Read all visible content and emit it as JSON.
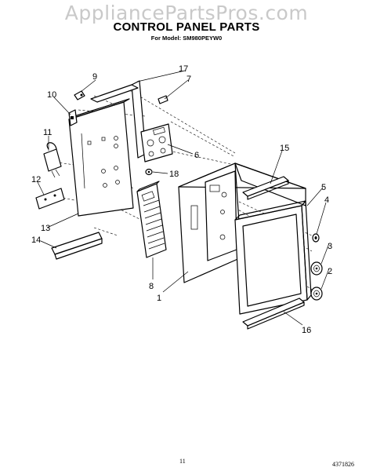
{
  "watermark": "AppliancePartsPros.com",
  "title": "CONTROL PANEL PARTS",
  "subtitle": "For Model: SM980PEYW0",
  "page_number": "11",
  "document_number": "4371826",
  "callouts": [
    {
      "id": "c1",
      "label": "1"
    },
    {
      "id": "c2",
      "label": "2"
    },
    {
      "id": "c3",
      "label": "3"
    },
    {
      "id": "c4",
      "label": "4"
    },
    {
      "id": "c5",
      "label": "5"
    },
    {
      "id": "c6",
      "label": "6"
    },
    {
      "id": "c7",
      "label": "7"
    },
    {
      "id": "c8",
      "label": "8"
    },
    {
      "id": "c9",
      "label": "9"
    },
    {
      "id": "c10",
      "label": "10"
    },
    {
      "id": "c11",
      "label": "11"
    },
    {
      "id": "c12",
      "label": "12"
    },
    {
      "id": "c13",
      "label": "13"
    },
    {
      "id": "c14",
      "label": "14"
    },
    {
      "id": "c15",
      "label": "15"
    },
    {
      "id": "c16",
      "label": "16"
    },
    {
      "id": "c17",
      "label": "17"
    },
    {
      "id": "c18",
      "label": "18"
    }
  ]
}
